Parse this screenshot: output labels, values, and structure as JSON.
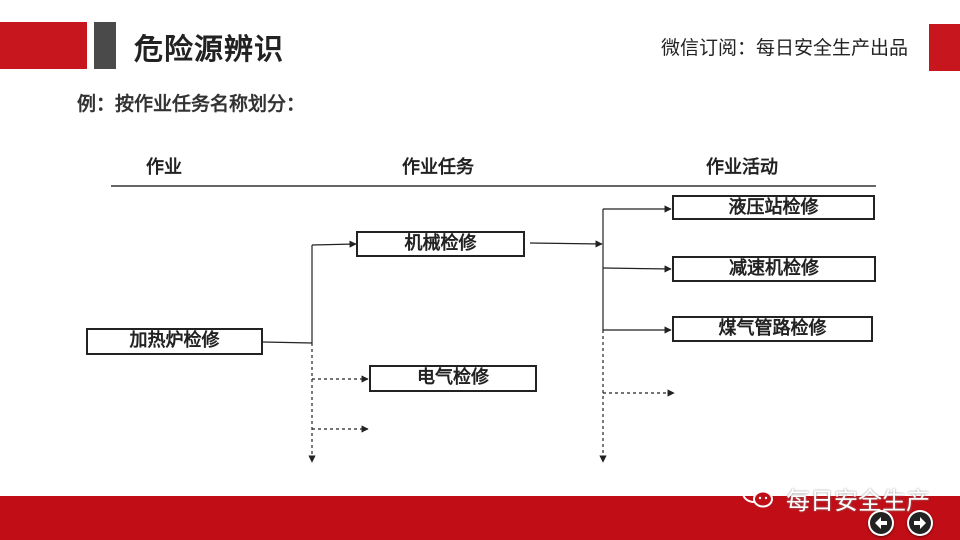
{
  "header": {
    "title": "危险源辨识",
    "subscribe": "微信订阅：每日安全生产出品"
  },
  "example_label": "例：按作业任务名称划分：",
  "columns": {
    "work": "作业",
    "task": "作业任务",
    "activity": "作业活动"
  },
  "nodes": {
    "root": "加热炉检修",
    "task_mechanical": "机械检修",
    "task_electrical": "电气检修",
    "activity_hydraulic": "液压站检修",
    "activity_reducer": "减速机检修",
    "activity_gas": "煤气管路检修"
  },
  "footer": {
    "brand": "每日安全生产"
  },
  "nav": {
    "prev": "prev-icon",
    "next": "next-icon"
  },
  "colors": {
    "accent_red": "#c8161e",
    "dark_gray": "#4a4a4a"
  }
}
